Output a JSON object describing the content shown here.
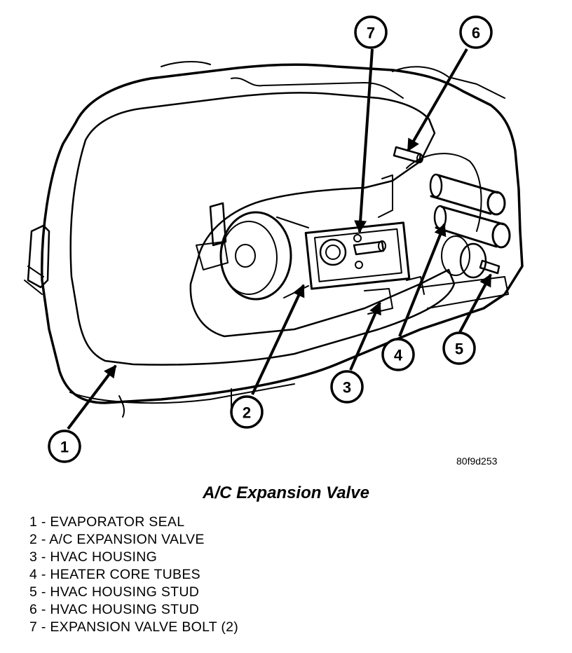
{
  "figure_id": "80f9d253",
  "caption": "A/C Expansion Valve",
  "callouts": [
    {
      "number": "1"
    },
    {
      "number": "2"
    },
    {
      "number": "3"
    },
    {
      "number": "4"
    },
    {
      "number": "5"
    },
    {
      "number": "6"
    },
    {
      "number": "7"
    }
  ],
  "legend": [
    "1 - EVAPORATOR SEAL",
    "2 - A/C EXPANSION VALVE",
    "3 - HVAC HOUSING",
    "4 - HEATER CORE TUBES",
    "5 - HVAC HOUSING STUD",
    "6 - HVAC HOUSING STUD",
    "7 - EXPANSION VALVE BOLT (2)"
  ]
}
